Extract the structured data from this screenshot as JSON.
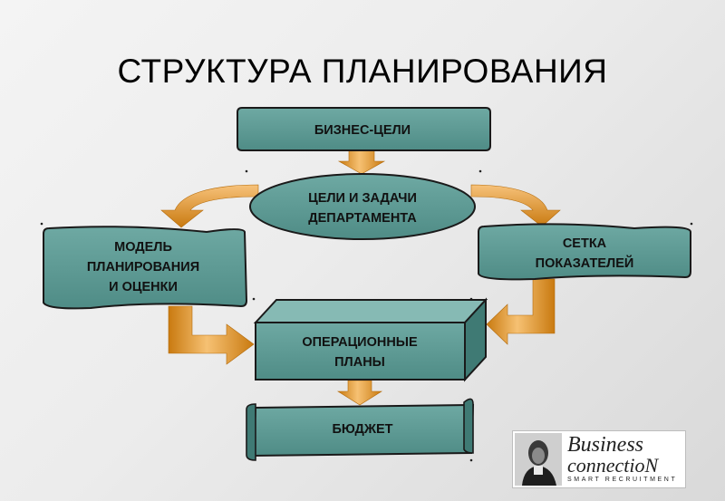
{
  "title": "СТРУКТУРА ПЛАНИРОВАНИЯ",
  "nodes": {
    "business_goals": "БИЗНЕС-ЦЕЛИ",
    "dept_goals": [
      "ЦЕЛИ И ЗАДАЧИ",
      "ДЕПАРТАМЕНТА"
    ],
    "model": [
      "МОДЕЛЬ",
      "ПЛАНИРОВАНИЯ",
      "И ОЦЕНКИ"
    ],
    "indicators": [
      "СЕТКА",
      "ПОКАЗАТЕЛЕЙ"
    ],
    "operational": [
      "ОПЕРАЦИОННЫЕ",
      "ПЛАНЫ"
    ],
    "budget": "БЮДЖЕТ"
  },
  "logo": {
    "word1": "Business",
    "word2": "connectioN",
    "tagline": "SMART RECRUITMENT"
  },
  "colors": {
    "node_fill": "#5f9e98",
    "node_stroke": "#1a1a1a",
    "arrow_light": "#f2b45a",
    "arrow_dark": "#c97a10"
  }
}
